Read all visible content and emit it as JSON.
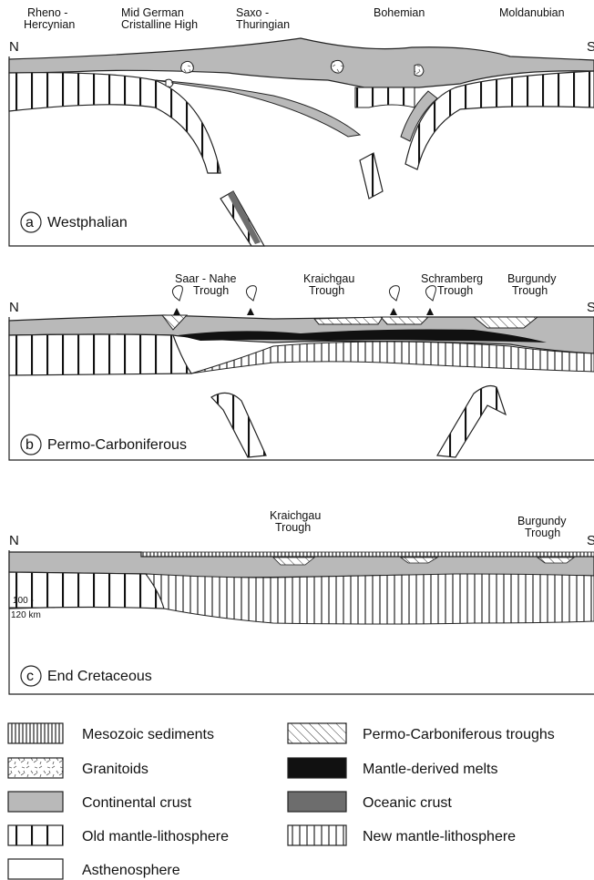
{
  "panel_a": {
    "regions": [
      {
        "line1": "Rheno -",
        "line2": "Hercynian"
      },
      {
        "line1": "Mid German",
        "line2": "Cristalline High"
      },
      {
        "line1": "Saxo -",
        "line2": "Thuringian"
      },
      {
        "line1": "Bohemian",
        "line2": ""
      },
      {
        "line1": "Moldanubian",
        "line2": ""
      }
    ],
    "north": "N",
    "south": "S",
    "letter": "a",
    "title": "Westphalian"
  },
  "panel_b": {
    "troughs": [
      {
        "line1": "Saar - Nahe",
        "line2": "Trough"
      },
      {
        "line1": "Kraichgau",
        "line2": "Trough"
      },
      {
        "line1": "Schramberg",
        "line2": "Trough"
      },
      {
        "line1": "Burgundy",
        "line2": "Trough"
      }
    ],
    "north": "N",
    "south": "S",
    "letter": "b",
    "title": "Permo-Carboniferous"
  },
  "panel_c": {
    "troughs": [
      {
        "line1": "Kraichgau",
        "line2": "Trough"
      },
      {
        "line1": "Burgundy",
        "line2": "Trough"
      }
    ],
    "north": "N",
    "south": "S",
    "depth_line1": "100 -",
    "depth_line2": "120 km",
    "letter": "c",
    "title": "End Cretaceous"
  },
  "legend": [
    {
      "label": "Mesozoic sediments",
      "pattern": "mesozoic"
    },
    {
      "label": "Permo-Carboniferous troughs",
      "pattern": "hatch"
    },
    {
      "label": "Granitoids",
      "pattern": "granitoid"
    },
    {
      "label": "Mantle-derived melts",
      "pattern": "black"
    },
    {
      "label": "Continental crust",
      "pattern": "lightgray"
    },
    {
      "label": "Oceanic crust",
      "pattern": "darkgray"
    },
    {
      "label": "Old mantle-lithosphere",
      "pattern": "oldmantle"
    },
    {
      "label": "New mantle-lithosphere",
      "pattern": "newmantle"
    },
    {
      "label": "Asthenosphere",
      "pattern": "white"
    }
  ],
  "colors": {
    "continental_crust": "#b9b9b9",
    "oceanic_crust": "#6d6d6d",
    "melts": "#111111",
    "outline": "#222222"
  }
}
